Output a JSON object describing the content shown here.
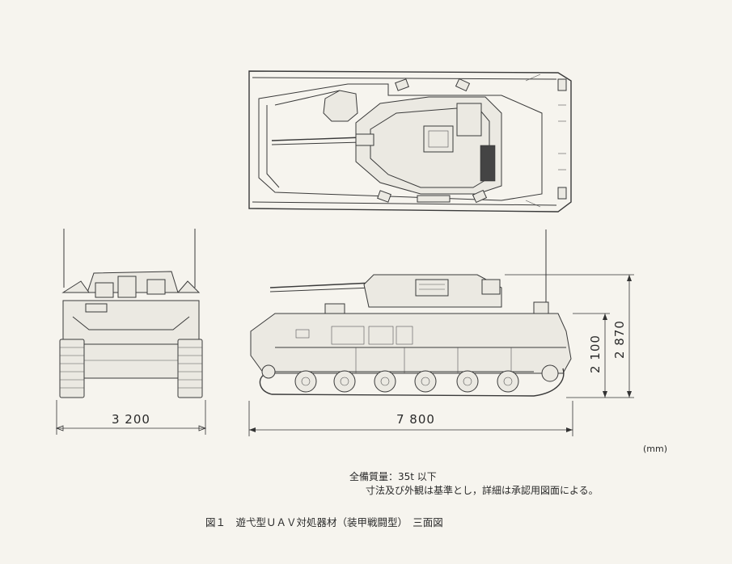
{
  "dimensions": {
    "front_width": "3 200",
    "side_length": "7 800",
    "overall_height": "2 870",
    "hull_height": "2 100"
  },
  "unit": "(mm)",
  "notes": {
    "weight": "全備質量：35t 以下",
    "remark": "寸法及び外観は基準とし，詳細は承認用図面による。"
  },
  "caption": "図１　遊弋型ＵＡＶ対処器材（装甲戦闘型）　三面図"
}
